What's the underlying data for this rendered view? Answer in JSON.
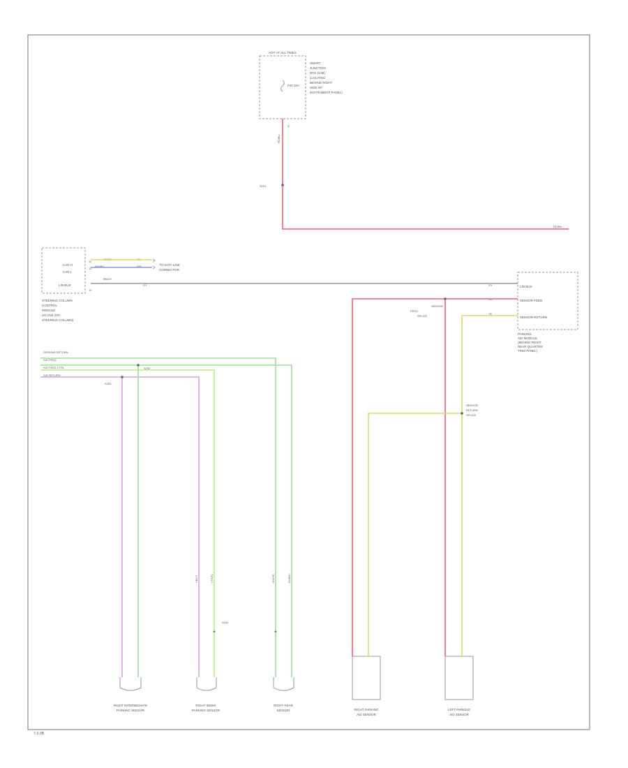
{
  "modules": {
    "top_fuse": {
      "header": "HOT AT ALL TIMES",
      "lines": [
        "SMART",
        "JUNCTION",
        "BOX (SJB)",
        "(LOCATED",
        "BEHIND RIGHT",
        "SIDE OF",
        "INSTRUMENT PANEL)"
      ],
      "fuse": "F20 10A",
      "pin": "1"
    },
    "steering_module": {
      "lines": [
        "STEERING COLUMN",
        "CONTROL",
        "MODULE",
        "(SCCM) (ON",
        "STEERING COLUMN)"
      ],
      "pins": [
        "CAN H",
        "CAN L",
        "LIN BUS"
      ],
      "pin_numbers": [
        "11",
        "12",
        "10"
      ],
      "wire_codes": [
        "YE/BU",
        "WH/BU",
        "BN/GY"
      ],
      "wire_colors": [
        "YE",
        "WH",
        "GY"
      ],
      "to_note": [
        "TO DATA LINK",
        "CONNECTOR"
      ]
    },
    "parking_module": {
      "lines": [
        "PARKING",
        "AID MODULE",
        "(BEHIND RIGHT",
        "REAR QUARTER",
        "TRIM PANEL)"
      ],
      "pins": [
        "LIN BUS",
        "SENSOR FEED",
        "SENSOR RETURN"
      ],
      "wire_colors": [
        "GY",
        "RD",
        "YE"
      ]
    },
    "left_connectors": {
      "labels": [
        "GROUND RETURN",
        "SIG FEED",
        "SIG FEED CTRL",
        "SIG RETURN"
      ]
    }
  },
  "splices": {
    "s1": "S201",
    "s2": "S202",
    "s3": "S203",
    "s4": "S204",
    "s5": [
      "SENSOR",
      "FEED",
      "SPLICE"
    ],
    "s6": [
      "SENSOR",
      "RETURN",
      "SPLICE"
    ]
  },
  "wire_labels": {
    "top_vertical": "RD/BU",
    "red_end": "RD/BU",
    "v_lower": [
      "YE/VT",
      "VT/GN",
      "GN/YE",
      "GN/BU"
    ]
  },
  "sensors": {
    "s1": [
      "RIGHT INTERMEDIATE",
      "PARKING SENSOR"
    ],
    "s2": [
      "RIGHT INNER",
      "PARKING SENSOR"
    ],
    "s3": [
      "RIGHT REAR",
      "SENSOR"
    ],
    "s4": [
      "RIGHT PARKING",
      "AID SENSOR"
    ],
    "s5": [
      "LEFT PARKING",
      "AID SENSOR"
    ]
  },
  "page_code": "7-2-3B",
  "colors": {
    "red": "#ff5a6e",
    "yellow": "#e0d860",
    "green": "#9adf9a",
    "light_green": "#b8ee80",
    "violet": "#d8a0e0",
    "gray": "#999999",
    "blue": "#8890e8"
  }
}
